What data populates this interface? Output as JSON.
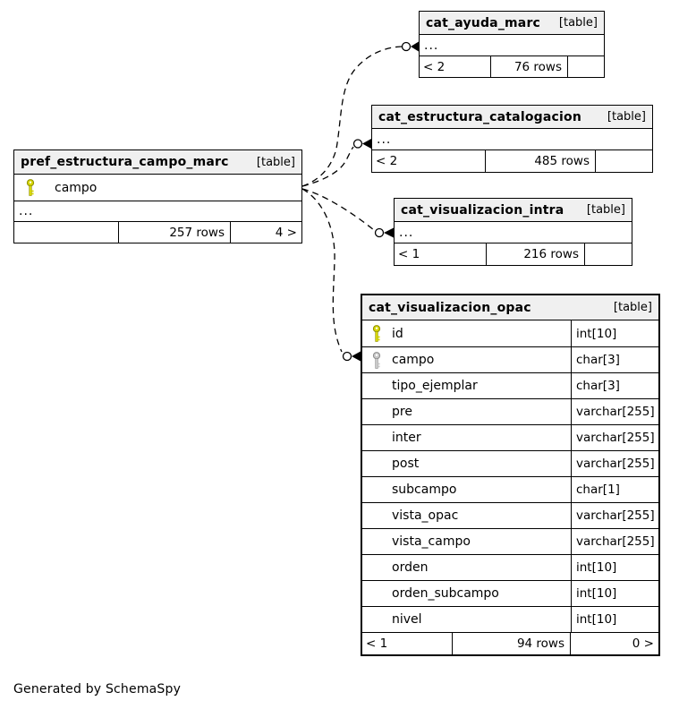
{
  "footer_note": "Generated by SchemaSpy",
  "colors": {
    "primary_key": "#d6d600",
    "foreign_key": "#c9c9c9",
    "header_background": "#f0f0f0",
    "border": "#000000"
  },
  "icons": {
    "primary_key": "primary-key-icon",
    "foreign_key": "foreign-key-icon"
  },
  "tables": {
    "cat_ayuda_marc": {
      "name": "cat_ayuda_marc",
      "badge": "[table]",
      "ellipsis": "...",
      "footer": {
        "left": "< 2",
        "center": "76 rows",
        "right": ""
      }
    },
    "cat_estructura_catalogacion": {
      "name": "cat_estructura_catalogacion",
      "badge": "[table]",
      "ellipsis": "...",
      "footer": {
        "left": "< 2",
        "center": "485 rows",
        "right": ""
      }
    },
    "pref_estructura_campo_marc": {
      "name": "pref_estructura_campo_marc",
      "badge": "[table]",
      "columns": [
        {
          "name": "campo",
          "key": "primary"
        }
      ],
      "ellipsis": "...",
      "footer": {
        "left": "",
        "center": "257 rows",
        "right": "4 >"
      }
    },
    "cat_visualizacion_intra": {
      "name": "cat_visualizacion_intra",
      "badge": "[table]",
      "ellipsis": "...",
      "footer": {
        "left": "< 1",
        "center": "216 rows",
        "right": ""
      }
    },
    "cat_visualizacion_opac": {
      "name": "cat_visualizacion_opac",
      "badge": "[table]",
      "columns": [
        {
          "name": "id",
          "type": "int[10]",
          "key": "primary"
        },
        {
          "name": "campo",
          "type": "char[3]",
          "key": "foreign"
        },
        {
          "name": "tipo_ejemplar",
          "type": "char[3]",
          "key": ""
        },
        {
          "name": "pre",
          "type": "varchar[255]",
          "key": ""
        },
        {
          "name": "inter",
          "type": "varchar[255]",
          "key": ""
        },
        {
          "name": "post",
          "type": "varchar[255]",
          "key": ""
        },
        {
          "name": "subcampo",
          "type": "char[1]",
          "key": ""
        },
        {
          "name": "vista_opac",
          "type": "varchar[255]",
          "key": ""
        },
        {
          "name": "vista_campo",
          "type": "varchar[255]",
          "key": ""
        },
        {
          "name": "orden",
          "type": "int[10]",
          "key": ""
        },
        {
          "name": "orden_subcampo",
          "type": "int[10]",
          "key": ""
        },
        {
          "name": "nivel",
          "type": "int[10]",
          "key": ""
        }
      ],
      "footer": {
        "left": "< 1",
        "center": "94 rows",
        "right": "0 >"
      }
    }
  }
}
